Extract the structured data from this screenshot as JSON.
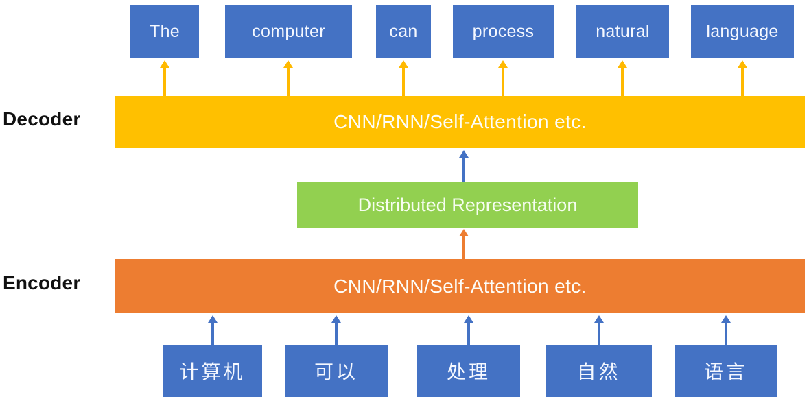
{
  "diagram": {
    "decoder": {
      "label": "Decoder",
      "bar_text": "CNN/RNN/Self-Attention etc.",
      "outputs": [
        "The",
        "computer",
        "can",
        "process",
        "natural",
        "language"
      ]
    },
    "bottleneck": {
      "text": "Distributed Representation"
    },
    "encoder": {
      "label": "Encoder",
      "bar_text": "CNN/RNN/Self-Attention etc.",
      "inputs": [
        "计算机",
        "可以",
        "处理",
        "自然",
        "语言"
      ]
    },
    "colors": {
      "token_box": "#4472C4",
      "decoder_bar": "#FFC000",
      "encoder_bar": "#ED7D31",
      "representation_box": "#92D050",
      "output_arrow": "#FFB900",
      "input_arrow": "#4472C4",
      "decoder_input_arrow": "#4472C4",
      "encoder_output_arrow": "#ED7D31"
    }
  }
}
